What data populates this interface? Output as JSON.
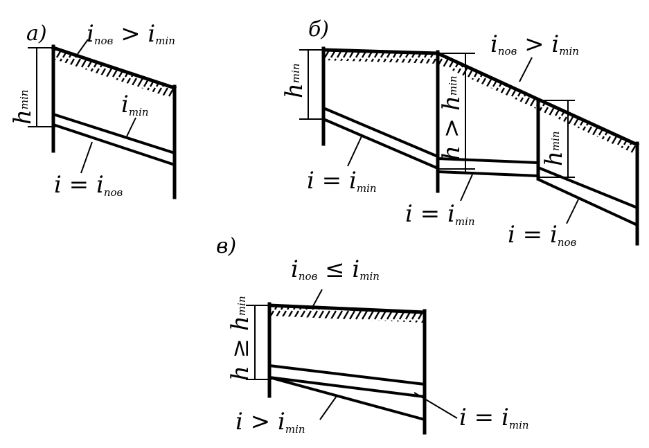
{
  "panels": {
    "a": {
      "label": "а)",
      "top": {
        "base": "i",
        "sub": "пов",
        "op": " > ",
        "base2": "i",
        "sub2": "min"
      },
      "mid": {
        "base": "i",
        "sub": "min"
      },
      "bottom": {
        "base": "i",
        "op": " = ",
        "base2": "i",
        "sub2": "пов"
      },
      "dim": {
        "base": "h",
        "sub": "min"
      }
    },
    "b": {
      "label": "б)",
      "top": {
        "base": "i",
        "sub": "пов",
        "op": " > ",
        "base2": "i",
        "sub2": "min"
      },
      "left_pipe": {
        "base": "i",
        "op": " = ",
        "base2": "i",
        "sub2": "min"
      },
      "mid_pipe": {
        "base": "i",
        "op": " = ",
        "base2": "i",
        "sub2": "min"
      },
      "right_pipe": {
        "base": "i",
        "op": " = ",
        "base2": "i",
        "sub2": "пов"
      },
      "dim1": {
        "base": "h",
        "sub": "min"
      },
      "dim2": {
        "base": "h",
        "op": " > ",
        "base2": "h",
        "sub2": "min"
      },
      "dim3": {
        "base": "h",
        "sub": "min"
      }
    },
    "c": {
      "label": "в)",
      "top": {
        "base": "i",
        "sub": "пов",
        "op": " ≤ ",
        "base2": "i",
        "sub2": "min"
      },
      "lower": {
        "base": "i",
        "op": " > ",
        "base2": "i",
        "sub2": "min"
      },
      "upper": {
        "base": "i",
        "op": " = ",
        "base2": "i",
        "sub2": "min"
      },
      "dim": {
        "base": "h",
        "op": " ≥ ",
        "base2": "h",
        "sub2": "min"
      }
    }
  }
}
